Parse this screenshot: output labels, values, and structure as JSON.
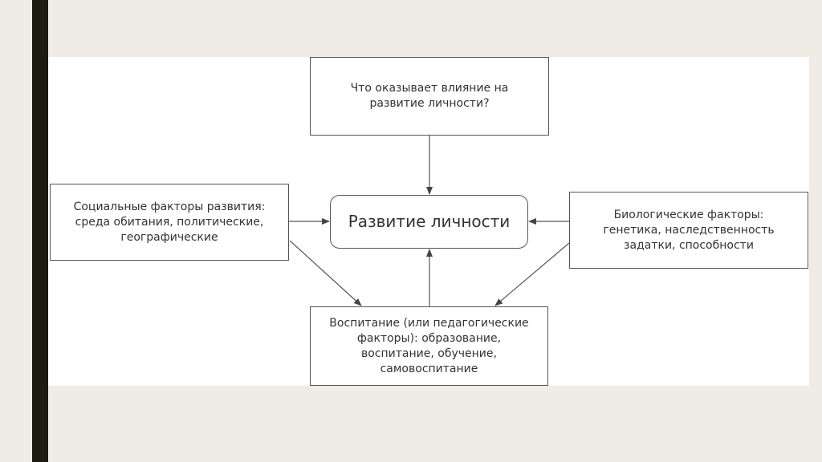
{
  "diagram": {
    "question": "Что оказывает влияние на\nразвитие личности?",
    "center": "Развитие личности",
    "social": "Социальные факторы развития:\nсреда обитания, политические,\nгеографические",
    "biological": "Биологические факторы:\nгенетика, наследственность\nзадатки, способности",
    "pedagogical": "Воспитание (или педагогические\nфакторы): образование,\nвоспитание, обучение,\nсамовоспитание"
  },
  "colors": {
    "background": "#efece6",
    "bar": "#1c1c12",
    "line": "#555555"
  }
}
